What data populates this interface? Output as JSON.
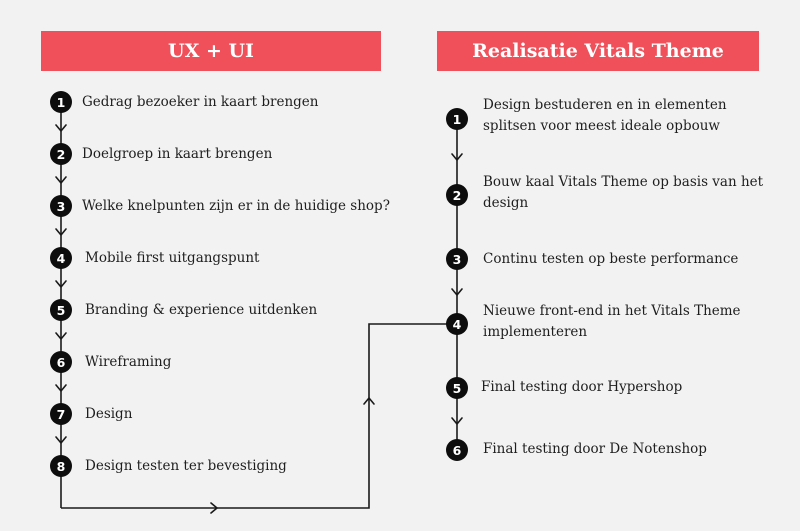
{
  "columns": {
    "left": {
      "title": "UX + UI",
      "steps": [
        {
          "number": "1",
          "text": "Gedrag bezoeker in kaart brengen"
        },
        {
          "number": "2",
          "text": "Doelgroep in kaart brengen"
        },
        {
          "number": "3",
          "text": "Welke knelpunten zijn er in de huidige shop?"
        },
        {
          "number": "4",
          "text": "Mobile first uitgangspunt"
        },
        {
          "number": "5",
          "text": "Branding & experience uitdenken"
        },
        {
          "number": "6",
          "text": "Wireframing"
        },
        {
          "number": "7",
          "text": "Design"
        },
        {
          "number": "8",
          "text": "Design testen ter bevestiging"
        }
      ]
    },
    "right": {
      "title": "Realisatie Vitals Theme",
      "steps": [
        {
          "number": "1",
          "line1": "Design bestuderen en in elementen",
          "line2": "splitsen voor meest ideale opbouw"
        },
        {
          "number": "2",
          "line1": "Bouw kaal Vitals Theme op basis van het",
          "line2": "design"
        },
        {
          "number": "3",
          "line1": "Continu testen op beste performance",
          "line2": ""
        },
        {
          "number": "4",
          "line1": "Nieuwe front-end in het Vitals Theme",
          "line2": "implementeren"
        },
        {
          "number": "5",
          "line1": "Final testing door Hypershop",
          "line2": ""
        },
        {
          "number": "6",
          "line1": "Final testing door De Notenshop",
          "line2": ""
        }
      ]
    }
  },
  "colors": {
    "header_bg": "#f0505a",
    "header_text": "#ffffff",
    "badge_bg": "#0d0d0d",
    "line": "#1a1a1a",
    "background": "#f2f2f2"
  }
}
